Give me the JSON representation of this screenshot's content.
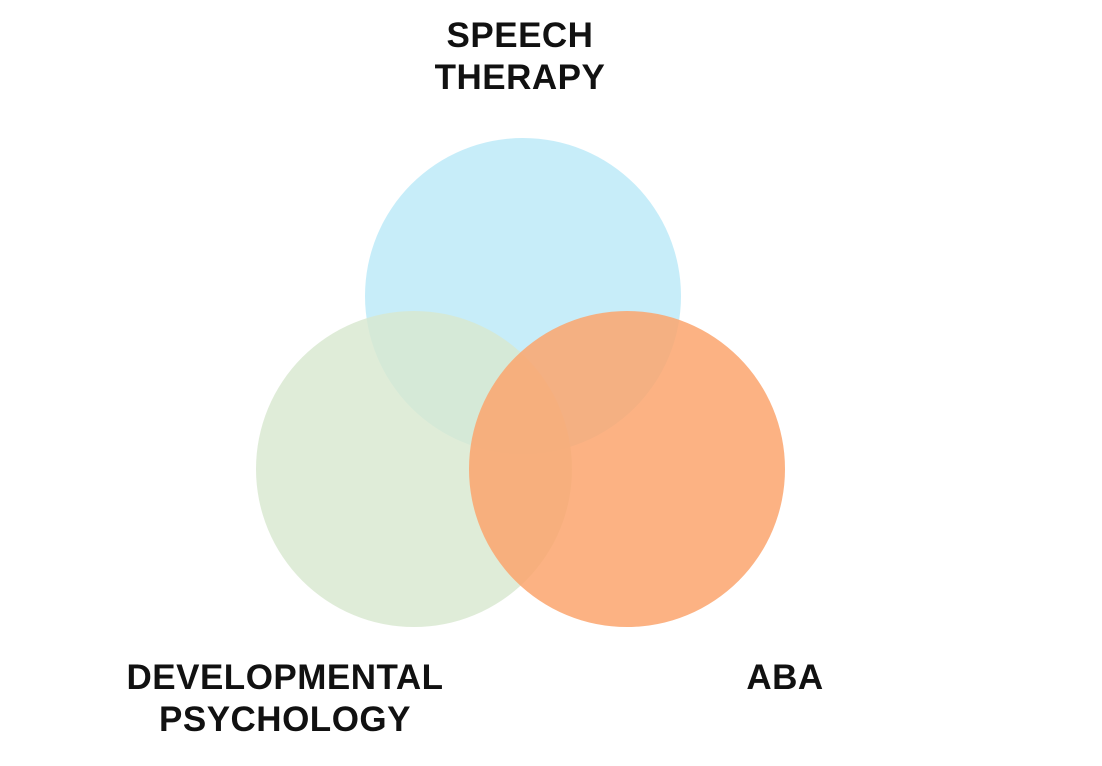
{
  "sets": [
    {
      "id": "speech-therapy",
      "label_lines": [
        "SPEECH",
        "THERAPY"
      ],
      "color": "#bfeaf8"
    },
    {
      "id": "developmental-psychology",
      "label_lines": [
        "DEVELOPMENTAL",
        "PSYCHOLOGY"
      ],
      "color": "#d8e8cf"
    },
    {
      "id": "aba",
      "label_lines": [
        "ABA"
      ],
      "color": "#fca56d"
    }
  ]
}
